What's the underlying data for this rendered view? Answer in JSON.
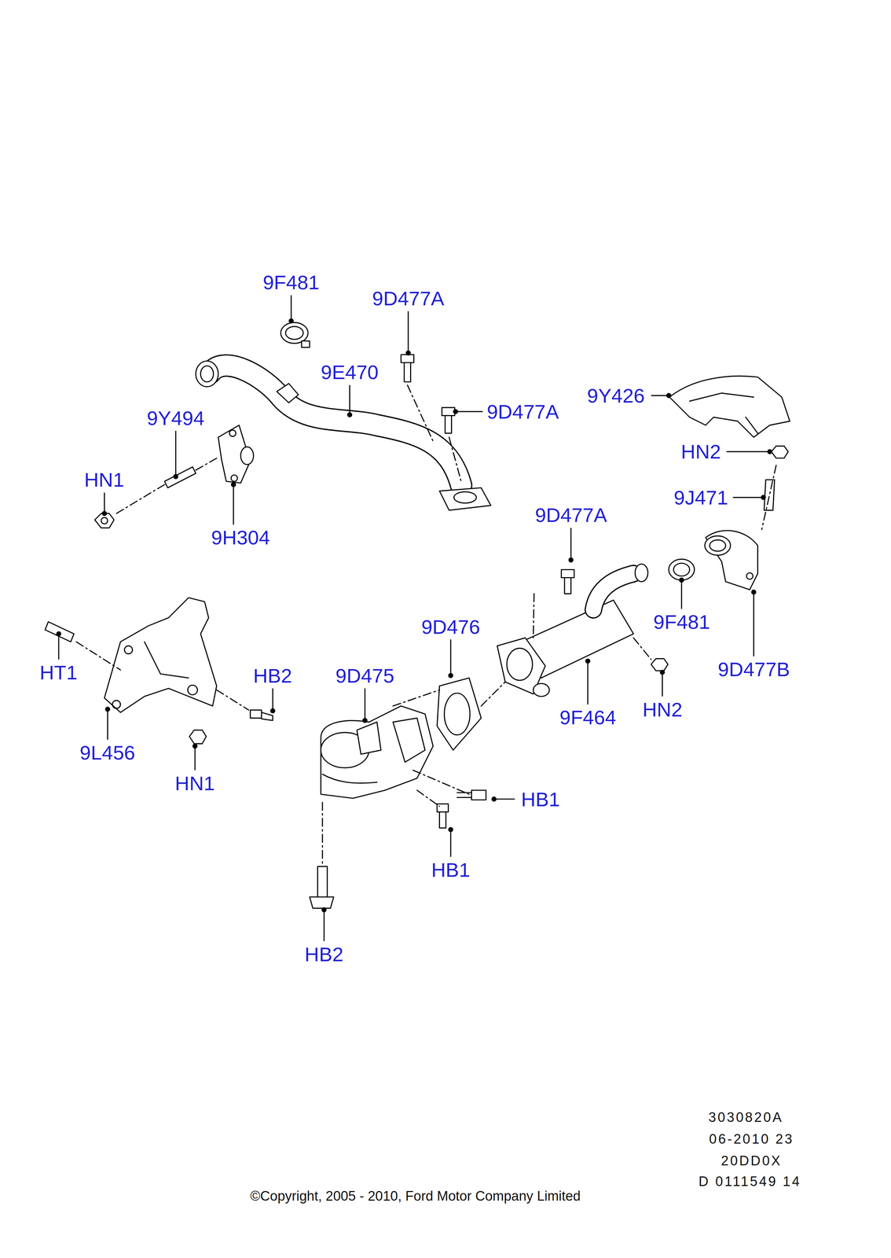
{
  "diagram": {
    "caption": "©Copyright, 2005 - 2010, Ford Motor Company Limited",
    "labels": [
      "9F481",
      "9D477A",
      "9E470",
      "9D477A",
      "9Y426",
      "9Y494",
      "HN1",
      "HN2",
      "9J471",
      "9H304",
      "9D477A",
      "9D476",
      "9F481",
      "HT1",
      "HB2",
      "9D475",
      "9D477B",
      "HN2",
      "9F464",
      "9L456",
      "HN1",
      "HB1",
      "HB1",
      "HB2",
      "3030820A",
      "06-2010 23",
      "20DD0X",
      "D 0111549 14"
    ]
  }
}
